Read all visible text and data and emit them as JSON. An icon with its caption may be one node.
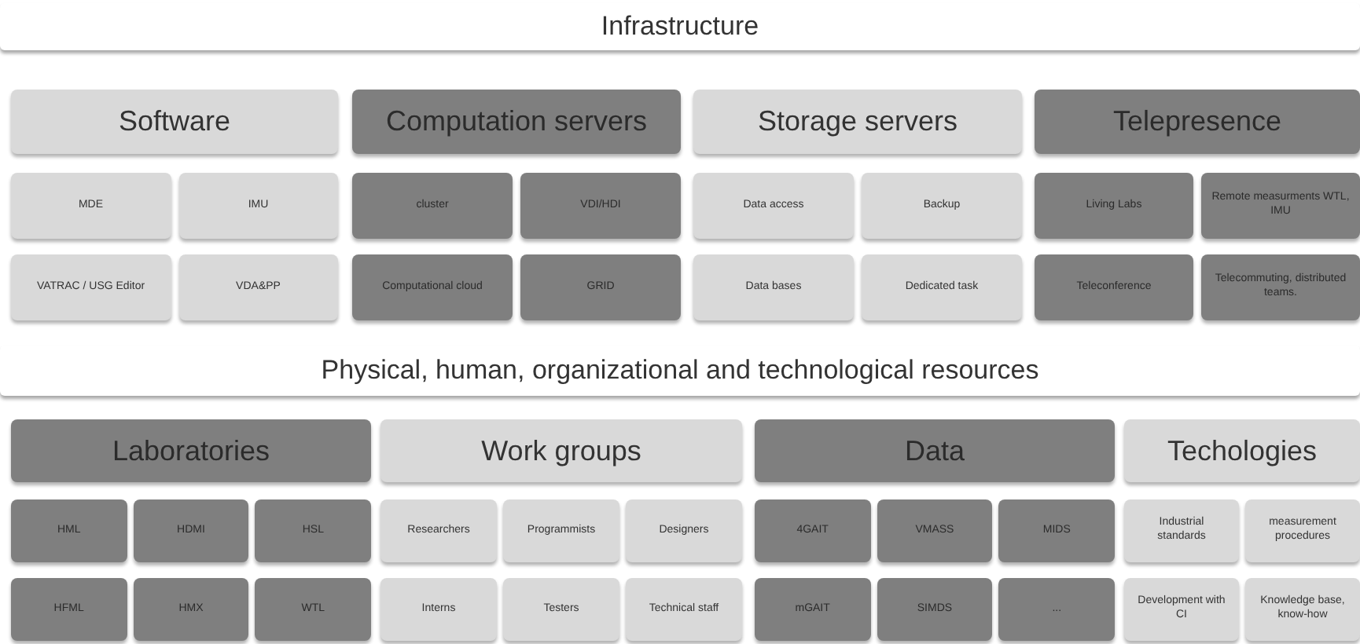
{
  "diagram": {
    "nodes": [
      {
        "text": [
          "Infrastructure"
        ]
      },
      {
        "text": [
          "Software"
        ]
      },
      {
        "text": [
          "Computation servers"
        ]
      },
      {
        "text": [
          "Storage servers"
        ]
      },
      {
        "text": [
          "Telepresence"
        ]
      },
      {
        "text": [
          "MDE"
        ]
      },
      {
        "text": [
          "IMU"
        ]
      },
      {
        "text": [
          "cluster"
        ]
      },
      {
        "text": [
          "VDI/HDI"
        ]
      },
      {
        "text": [
          "Data access"
        ]
      },
      {
        "text": [
          "Backup"
        ]
      },
      {
        "text": [
          "Living Labs"
        ]
      },
      {
        "text": [
          "Remote measurments WTL, IMU"
        ]
      },
      {
        "text": [
          "VATRAC / USG Editor"
        ]
      },
      {
        "text": [
          "VDA&PP"
        ]
      },
      {
        "text": [
          "Computational cloud"
        ]
      },
      {
        "text": [
          "GRID"
        ]
      },
      {
        "text": [
          "Data bases"
        ]
      },
      {
        "text": [
          "Dedicated task"
        ]
      },
      {
        "text": [
          "Teleconference"
        ]
      },
      {
        "text": [
          "Telecommuting, distributed teams."
        ]
      },
      {
        "text": [
          "Physical, human, organizational and technological resources"
        ]
      },
      {
        "text": [
          "Laboratories"
        ]
      },
      {
        "text": [
          "Work groups"
        ]
      },
      {
        "text": [
          "Data"
        ]
      },
      {
        "text": [
          "Techologies"
        ]
      },
      {
        "text": [
          "HML"
        ]
      },
      {
        "text": [
          "HDMI"
        ]
      },
      {
        "text": [
          "HSL"
        ]
      },
      {
        "text": [
          "Researchers"
        ]
      },
      {
        "text": [
          "Programmists"
        ]
      },
      {
        "text": [
          "Designers"
        ]
      },
      {
        "text": [
          "4GAIT"
        ]
      },
      {
        "text": [
          "VMASS"
        ]
      },
      {
        "text": [
          "MIDS"
        ]
      },
      {
        "text": [
          "Industrial standards"
        ]
      },
      {
        "text": [
          "measurement procedures"
        ]
      },
      {
        "text": [
          "HFML"
        ]
      },
      {
        "text": [
          "HMX"
        ]
      },
      {
        "text": [
          "WTL"
        ]
      },
      {
        "text": [
          "Interns"
        ]
      },
      {
        "text": [
          "Testers"
        ]
      },
      {
        "text": [
          "Technical staff"
        ]
      },
      {
        "text": [
          "mGAIT"
        ]
      },
      {
        "text": [
          "SIMDS"
        ]
      },
      {
        "text": [
          "..."
        ]
      },
      {
        "text": [
          "Development with CI"
        ]
      },
      {
        "text": [
          "Knowledge base, know-how"
        ]
      }
    ]
  }
}
